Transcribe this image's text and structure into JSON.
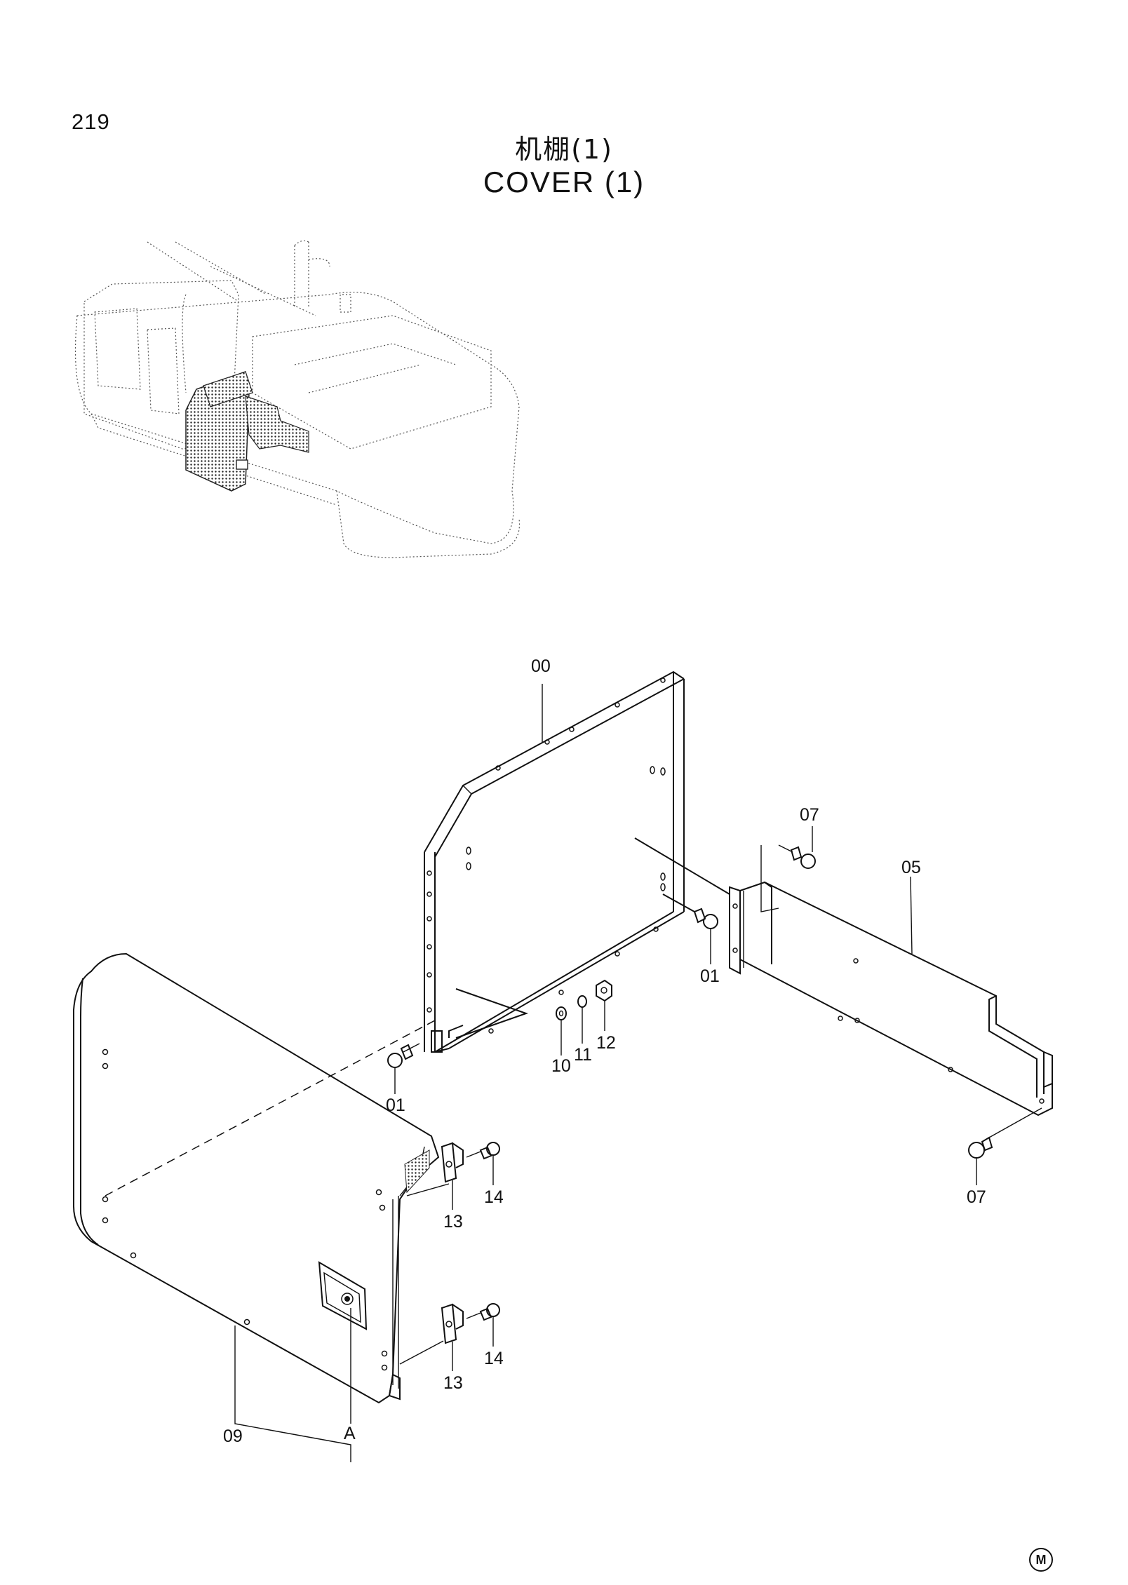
{
  "header": {
    "page_number": "219",
    "title_cn": "机棚(1)",
    "title_en": "COVER (1)"
  },
  "callouts": {
    "c00": "00",
    "c07_top": "07",
    "c05": "05",
    "c01_right": "01",
    "c12": "12",
    "c11": "11",
    "c10": "10",
    "c01_left": "01",
    "c14_top": "14",
    "c13_top": "13",
    "c07_bottom": "07",
    "c14_bottom": "14",
    "c13_bottom": "13",
    "c09": "09",
    "cA": "A"
  },
  "footer": {
    "mark": "M"
  }
}
